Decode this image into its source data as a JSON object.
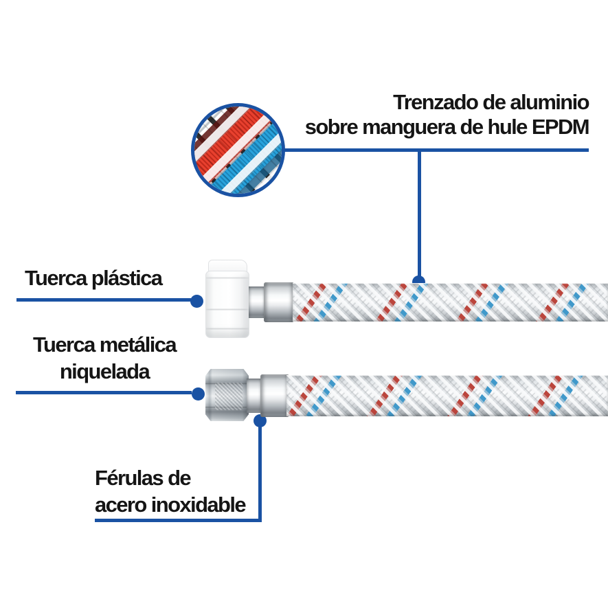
{
  "diagram_type": "product-callout-diagram",
  "callouts": {
    "braid": {
      "line1": "Trenzado de aluminio",
      "line2": "sobre manguera de hule EPDM"
    },
    "plastic_nut": {
      "label": "Tuerca plástica"
    },
    "metal_nut": {
      "line1": "Tuerca metálica",
      "line2": "niquelada"
    },
    "ferrules": {
      "line1": "Férulas de",
      "line2": "acero inoxidable"
    }
  },
  "icons": {
    "magnifier_circle": "braid-texture-closeup",
    "callout_dot": "leader-line-endpoint-dot"
  },
  "colors": {
    "callout_blue": "#1a52a3",
    "text": "#151515",
    "braid_red": "#b5352c",
    "braid_blue": "#3090c6",
    "mag_red": "#e8402e",
    "mag_blue": "#29a3dc",
    "bg": "#ffffff"
  }
}
